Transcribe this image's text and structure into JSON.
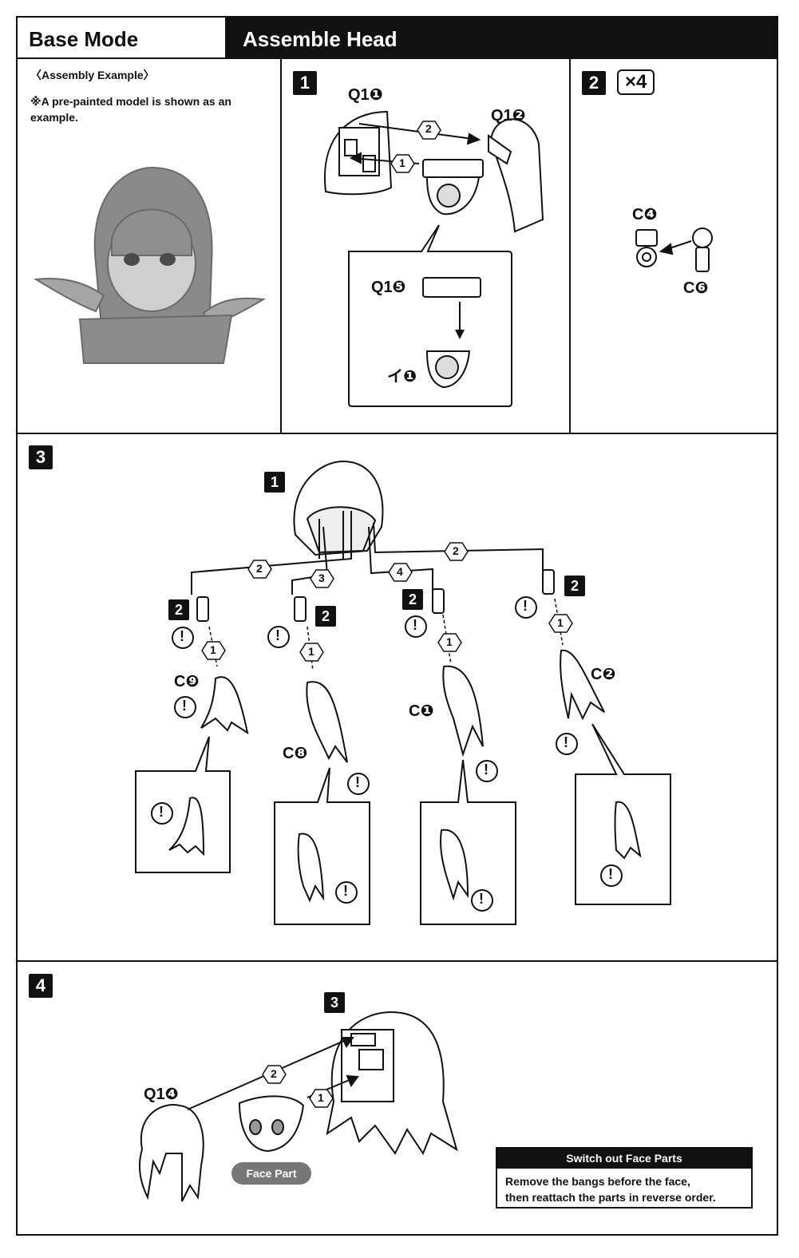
{
  "header": {
    "mode": "Base Mode",
    "title": "Assemble Head"
  },
  "example": {
    "title": "〈Assembly Example〉",
    "note": "※A pre-painted model is shown as an example."
  },
  "step1": {
    "badge": "1",
    "parts": [
      "Q1❶",
      "Q1❷",
      "Q1❺",
      "イ❶"
    ],
    "order": [
      "1",
      "2"
    ]
  },
  "step2": {
    "badge": "2",
    "multiplier": "×4",
    "parts": [
      "C❹",
      "C❻"
    ]
  },
  "step3": {
    "badge": "3",
    "ref_badge": "1",
    "sub_badge": "2",
    "hair_parts": [
      "C❾",
      "C❽",
      "C❶",
      "C❷"
    ],
    "order": [
      "2",
      "3",
      "4",
      "2"
    ],
    "inner_order": "1",
    "caution": "!"
  },
  "step4": {
    "badge": "4",
    "ref_badge": "3",
    "part": "Q1❹",
    "order": [
      "2",
      "1"
    ],
    "face_label": "Face Part",
    "switch_title": "Switch out Face Parts",
    "switch_text_1": "Remove the bangs before the face,",
    "switch_text_2": "then reattach the parts in reverse order."
  }
}
